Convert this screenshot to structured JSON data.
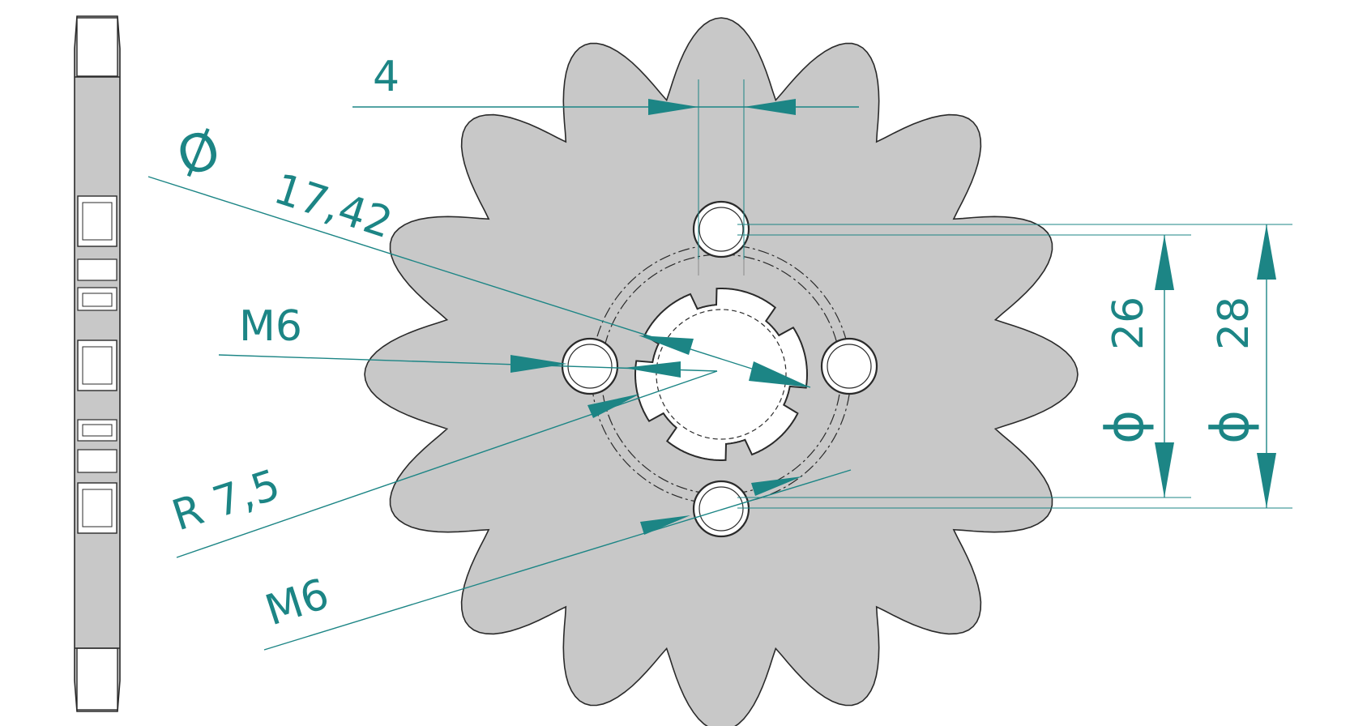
{
  "drawing": {
    "colors": {
      "part_fill": "#c8c8c8",
      "outline": "#2a2a2a",
      "dimension": "#1c8585",
      "background": "#ffffff"
    },
    "dimensions": {
      "slot_width": "4",
      "shaft_diameter_symbol": "Ø",
      "shaft_diameter_value": "17,42",
      "thread_upper": "M6",
      "radius": "R 7,5",
      "thread_lower": "M6",
      "pitch_diameter_26_symbol": "ϕ",
      "pitch_diameter_26_value": "26",
      "pitch_diameter_28_symbol": "ϕ",
      "pitch_diameter_28_value": "28"
    },
    "sprocket": {
      "teeth": 16
    }
  }
}
